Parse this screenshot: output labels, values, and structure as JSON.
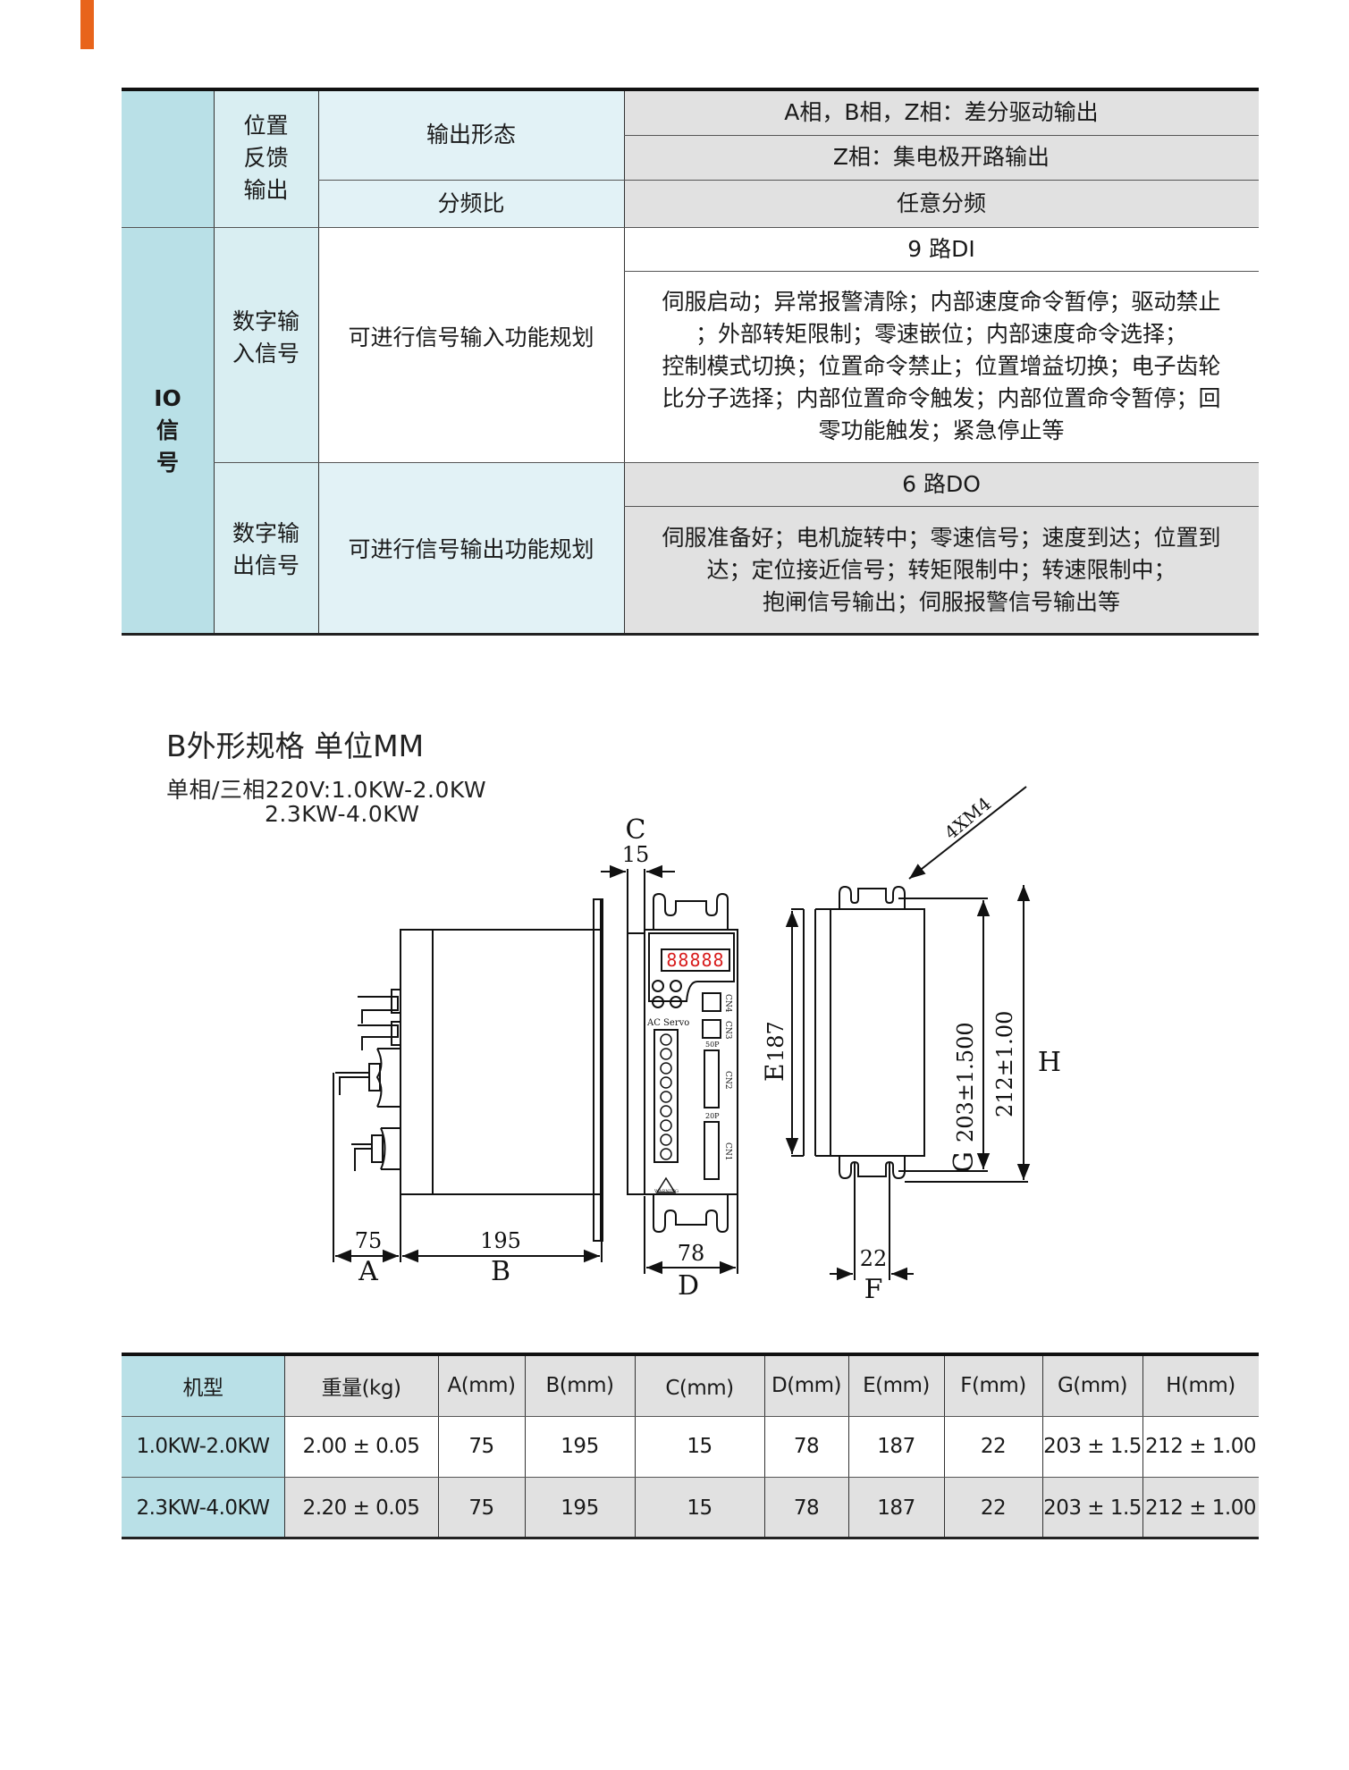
{
  "accent_color": "#e8641b",
  "io_table": {
    "position_feedback": {
      "group_label": [
        "位置",
        "反馈",
        "输出"
      ],
      "output_form_label": "输出形态",
      "output_form_values": [
        "A相，B相，Z相：差分驱动输出",
        "Z相：集电极开路输出"
      ],
      "division_label": "分频比",
      "division_value": "任意分频"
    },
    "io_signal": {
      "category_label": [
        "IO",
        "信",
        "号"
      ],
      "digital_input": {
        "label": [
          "数字输",
          "入信号"
        ],
        "function": "可进行信号输入功能规划",
        "count": "9 路DI",
        "description_lines": [
          "伺服启动；异常报警清除；内部速度命令暂停；驱动禁止",
          "；外部转矩限制；零速嵌位；内部速度命令选择；",
          "控制模式切换；位置命令禁止；位置增益切换；电子齿轮",
          "比分子选择；内部位置命令触发；内部位置命令暂停；回",
          "零功能触发；紧急停止等"
        ]
      },
      "digital_output": {
        "label": [
          "数字输",
          "出信号"
        ],
        "function": "可进行信号输出功能规划",
        "count": "6 路DO",
        "description_lines": [
          "伺服准备好；电机旋转中；零速信号；速度到达；位置到",
          "达；定位接近信号；转矩限制中；转速限制中；",
          "抱闸信号输出；伺服报警信号输出等"
        ]
      }
    }
  },
  "section": {
    "title": "B外形规格 单位MM",
    "subtitle_line1": "单相/三相220V:1.0KW-2.0KW",
    "subtitle_line2": "2.3KW-4.0KW"
  },
  "drawing": {
    "dimension_labels": {
      "A": "A",
      "A_value": "75",
      "B": "B",
      "B_value": "195",
      "C": "C",
      "C_value": "15",
      "D": "D",
      "D_value": "78",
      "E": "E",
      "E_value": "187",
      "F": "F",
      "F_value": "22",
      "G": "G",
      "G_value": "203±1.500",
      "H": "H",
      "H_value": "212±1.00",
      "screw": "4XM4"
    },
    "panel_text": {
      "brand": "AC  Servo",
      "cn4": "CN4",
      "cn3": "CN3",
      "cn2": "CN2",
      "cn1": "CN1",
      "cn2_pins": "50P",
      "cn1_pins": "20P",
      "warning": "WARNING",
      "display": "88888"
    }
  },
  "dimension_table": {
    "headers": [
      "机型",
      "重量(kg)",
      "A(mm)",
      "B(mm)",
      "C(mm)",
      "D(mm)",
      "E(mm)",
      "F(mm)",
      "G(mm)",
      "H(mm)"
    ],
    "rows": [
      [
        "1.0KW-2.0KW",
        "2.00 ± 0.05",
        "75",
        "195",
        "15",
        "78",
        "187",
        "22",
        "203 ± 1.5",
        "212 ± 1.00"
      ],
      [
        "2.3KW-4.0KW",
        "2.20 ± 0.05",
        "75",
        "195",
        "15",
        "78",
        "187",
        "22",
        "203 ± 1.5",
        "212 ± 1.00"
      ]
    ]
  }
}
